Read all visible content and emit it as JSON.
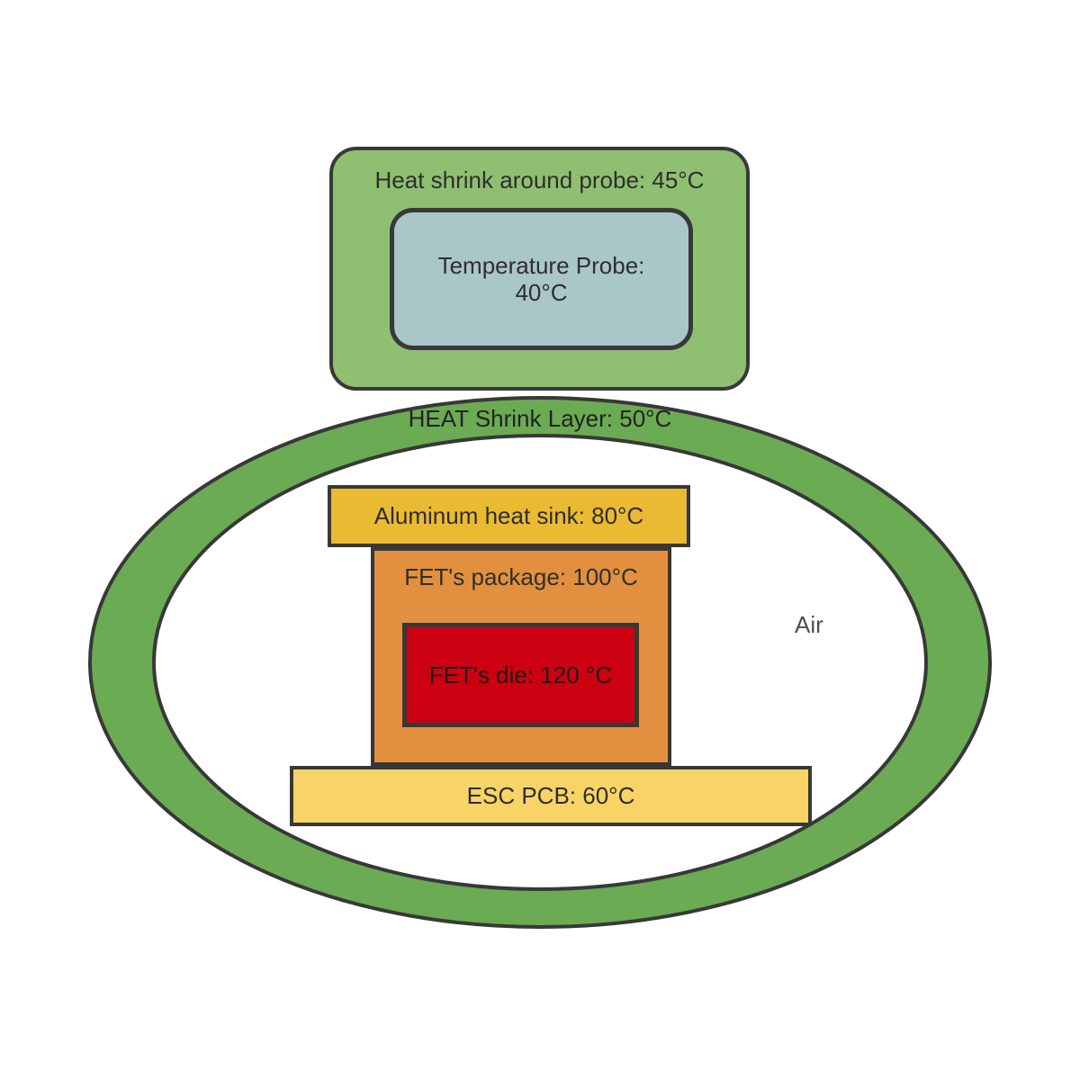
{
  "colors": {
    "background": "#FFFFFF",
    "stroke": "#383838",
    "ring_green": "#6BAB53",
    "shell_green": "#8FBF71",
    "probe_blue_gray": "#A9C6C9",
    "heat_sink_gold": "#EBBA33",
    "package_orange": "#E2903F",
    "die_red": "#CC0011",
    "pcb_yellow": "#F8D466",
    "text": "#2E2E2E"
  },
  "nodes": {
    "probe_shell": {
      "label": "Heat shrink around probe: 45°C"
    },
    "probe": {
      "line1": "Temperature Probe:",
      "line2": "40°C"
    },
    "shrink_ring": {
      "label": "HEAT Shrink Layer: 50°C"
    },
    "heat_sink": {
      "label": "Aluminum heat sink: 80°C"
    },
    "fet_package": {
      "label": "FET's package: 100°C"
    },
    "fet_die": {
      "label": "FET's die: 120 °C"
    },
    "esc_pcb": {
      "label": "ESC PCB: 60°C"
    },
    "air": {
      "label": "Air"
    }
  }
}
